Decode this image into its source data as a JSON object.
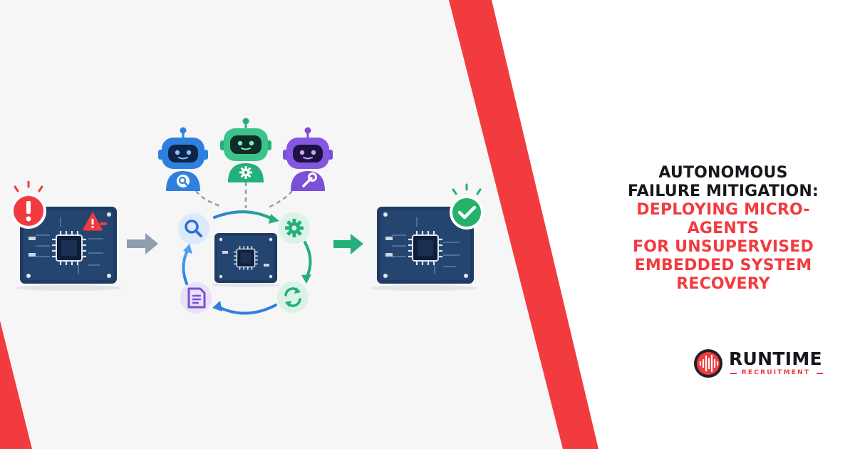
{
  "headline": {
    "line1": "AUTONOMOUS",
    "line2": "FAILURE MITIGATION:",
    "line3": "DEPLOYING MICRO-AGENTS",
    "line4": "FOR UNSUPERVISED",
    "line5": "EMBEDDED SYSTEM",
    "line6": "RECOVERY"
  },
  "brand": {
    "name": "RUNTIME",
    "tagline": "RECRUITMENT"
  },
  "colors": {
    "accent_red": "#f23b3f",
    "dark_text": "#15171c",
    "board_navy": "#1f3a63",
    "agent_blue": "#2f7fe0",
    "agent_green": "#23b07a",
    "agent_purple": "#7b4fd6",
    "success_green": "#22b26a"
  },
  "icons": [
    "alert-icon",
    "warning-icon",
    "search-icon",
    "gear-icon",
    "wrench-icon",
    "document-icon",
    "refresh-icon",
    "checkmark-icon",
    "arrow-right-icon",
    "robot-icon",
    "circuit-board-icon"
  ]
}
